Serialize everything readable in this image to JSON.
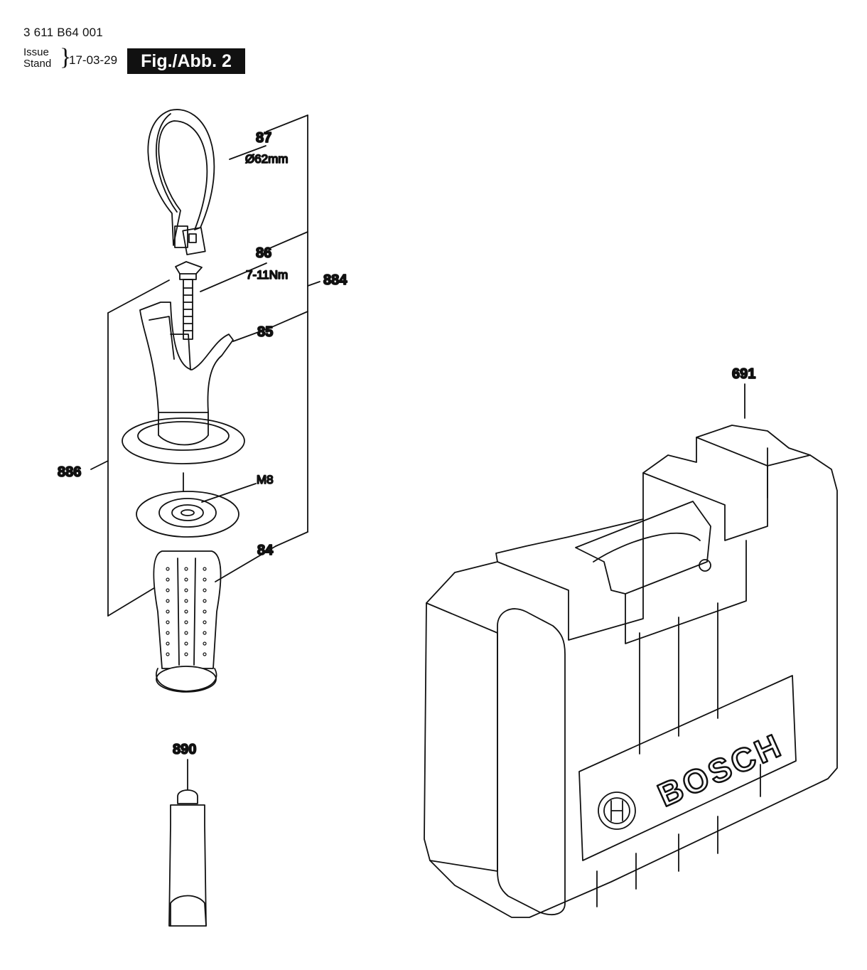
{
  "header": {
    "doc_number": "3 611 B64 001",
    "issue_label": "Issue",
    "stand_label": "Stand",
    "date": "17-03-29",
    "figure_label": "Fig./Abb. 2"
  },
  "parts": {
    "p87": "87",
    "p87_note": "Ø62mm",
    "p86": "86",
    "p86_note": "7-11Nm",
    "p884": "884",
    "p85": "85",
    "p886": "886",
    "m8": "M8",
    "p84": "84",
    "p890": "890",
    "p691": "691"
  },
  "case_logo": "BOSCH"
}
